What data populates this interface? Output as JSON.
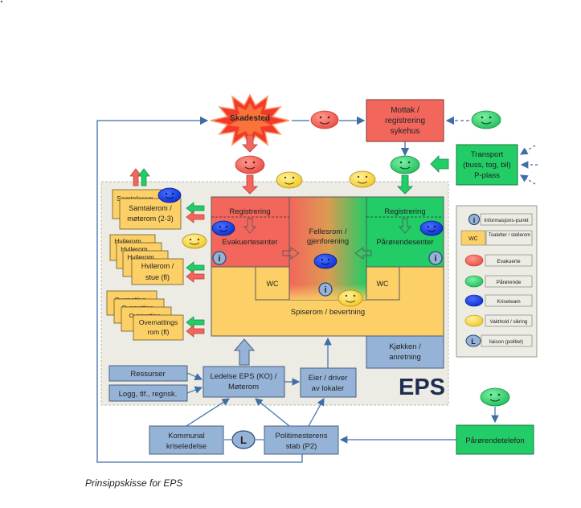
{
  "caption": "Prinsippskisse for EPS",
  "colors": {
    "red": "#f2665c",
    "green": "#22cc66",
    "blue_box": "#95b3d7",
    "yellow": "#fcd066",
    "eps_bg": "#ecebe4",
    "arrow_blue": "#3e6ea8"
  },
  "nodes": {
    "skadested": "Skadested",
    "mottak": [
      "Mottak /",
      "registrering",
      "sykehus"
    ],
    "transport": [
      "Transport",
      "(buss, tog, bil)",
      "P-plass"
    ],
    "registrering_left": "Registrering",
    "evakuertesenter": "Evakuertesenter",
    "fellesrom": [
      "Fellesrom /",
      "gjenforening"
    ],
    "registrering_right": "Registrering",
    "parorendesenter": "Pårørendesenter",
    "wc_left": "WC",
    "wc_right": "WC",
    "spiserom": "Spiserom / bevertning",
    "kjokken": [
      "Kjøkken /",
      "anretning"
    ],
    "eps_label": "EPS",
    "samtalerom_back": "Samtalerom",
    "samtalerom_front": [
      "Samtalerom /",
      "møterom (2-3)"
    ],
    "hvilerom_back1": "Hvilerom",
    "hvilerom_back2": "Hvilerom",
    "hvilerom_back3": "Hvilerom",
    "hvilerom_front": [
      "Hvilerom /",
      "stue (fl)"
    ],
    "overnatting_back1": "Overnatting",
    "overnatting_back2": "Overnatting",
    "overnatting_back3": "Overnatting",
    "overnatting_front": [
      "Overnattings",
      "rom (fl)"
    ],
    "ressurser": "Ressurser",
    "logg": "Logg, tlf., regnsk.",
    "ledelse": [
      "Ledelse EPS (KO) /",
      "Møterom"
    ],
    "eier": [
      "Eier / driver",
      "av lokaler"
    ],
    "kommunal": [
      "Kommunal",
      "kriseledelse"
    ],
    "politimester": [
      "Politimesterens",
      "stab (P2)"
    ],
    "parorendetelefon": "Pårørendetelefon"
  },
  "legend": {
    "items": [
      {
        "icon": "info-icon",
        "label": "Informasjons-punkt"
      },
      {
        "icon": "wc-icon",
        "label": "Toaletter / stellerom",
        "badge": "WC"
      },
      {
        "icon": "red-face-icon",
        "label": "Evakuerte"
      },
      {
        "icon": "green-face-icon",
        "label": "Pårørende"
      },
      {
        "icon": "blue-face-icon",
        "label": "Kriseteam"
      },
      {
        "icon": "yellow-face-icon",
        "label": "Vakthold / sikring"
      },
      {
        "icon": "liaison-icon",
        "label": "liaison (politiet)"
      }
    ]
  },
  "info_symbol": "i",
  "liaison_symbol": "L"
}
